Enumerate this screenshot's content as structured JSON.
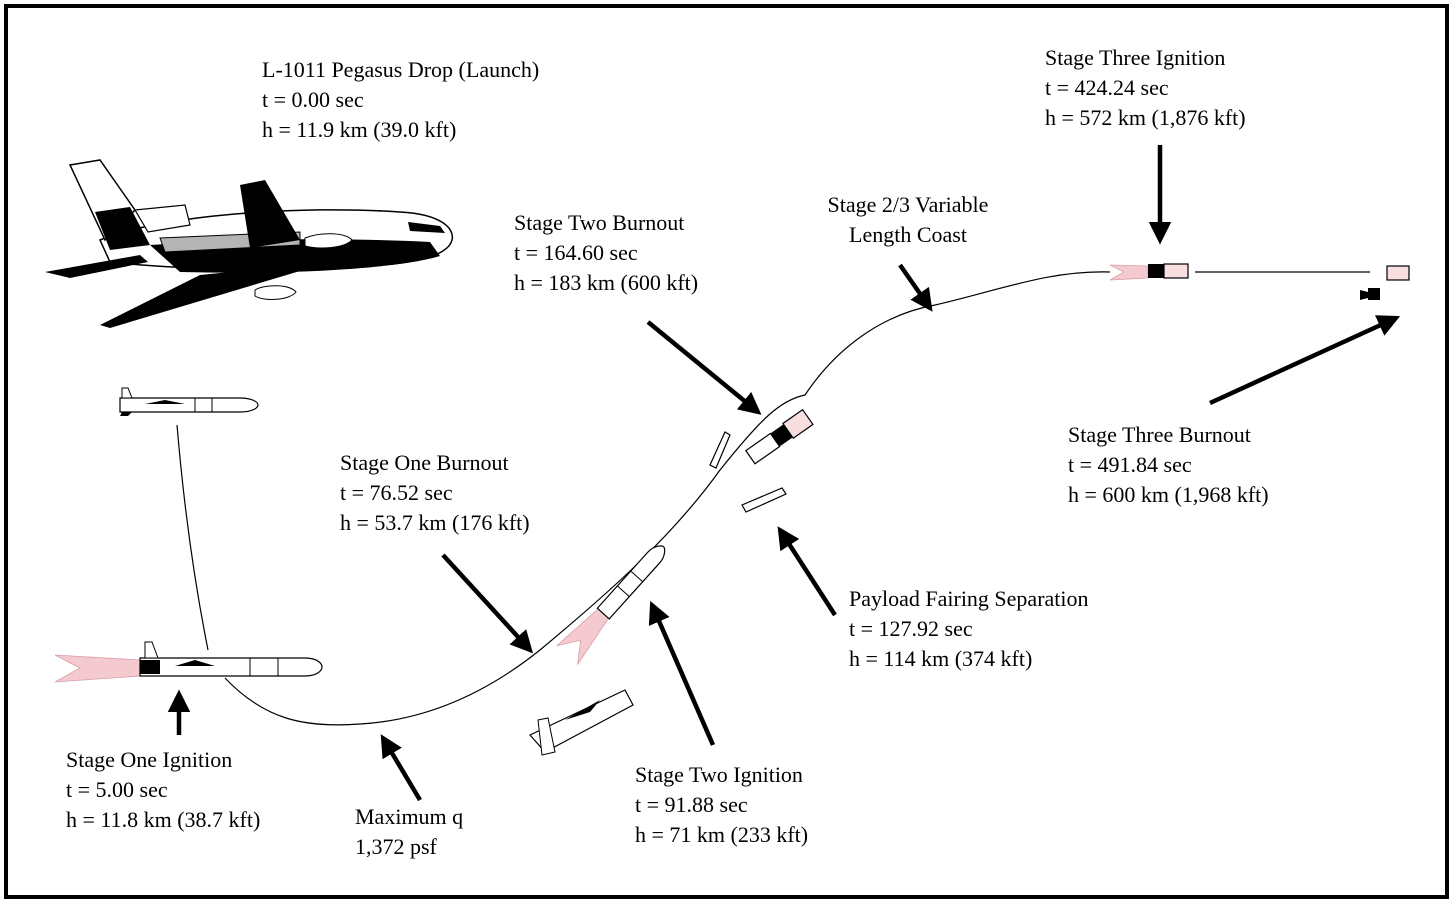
{
  "events": {
    "drop": {
      "lines": [
        "L-1011 Pegasus Drop (Launch)",
        "t = 0.00 sec",
        "h = 11.9 km (39.0 kft)"
      ]
    },
    "stage1_ignition": {
      "lines": [
        "Stage One Ignition",
        "t = 5.00 sec",
        "h = 11.8 km (38.7 kft)"
      ]
    },
    "max_q": {
      "lines": [
        "Maximum q",
        "1,372 psf"
      ]
    },
    "stage1_burnout": {
      "lines": [
        "Stage One Burnout",
        "t = 76.52 sec",
        "h = 53.7 km (176 kft)"
      ]
    },
    "stage2_ignition": {
      "lines": [
        "Stage Two Ignition",
        "t = 91.88 sec",
        "h = 71 km (233 kft)"
      ]
    },
    "fairing_sep": {
      "lines": [
        "Payload Fairing Separation",
        "t = 127.92 sec",
        "h = 114 km (374 kft)"
      ]
    },
    "stage2_burnout": {
      "lines": [
        "Stage Two Burnout",
        "t = 164.60 sec",
        "h = 183 km (600 kft)"
      ]
    },
    "coast": {
      "lines": [
        "Stage 2/3 Variable",
        "Length Coast"
      ]
    },
    "stage3_ignition": {
      "lines": [
        "Stage Three Ignition",
        "t = 424.24 sec",
        "h = 572 km (1,876 kft)"
      ]
    },
    "stage3_burnout": {
      "lines": [
        "Stage Three Burnout",
        "t = 491.84 sec",
        "h = 600 km (1,968 kft)"
      ]
    }
  },
  "colors": {
    "ink": "#000000",
    "plume": "#f4c9cf",
    "payload": "#f8dede",
    "aircraft_gray": "#b4b4b4"
  },
  "icons": [
    "l1011-aircraft-icon",
    "pegasus-rocket-icon",
    "rocket-plume-icon",
    "spent-stage-icon",
    "fairing-half-icon",
    "payload-satellite-icon",
    "callout-arrow-icon"
  ]
}
